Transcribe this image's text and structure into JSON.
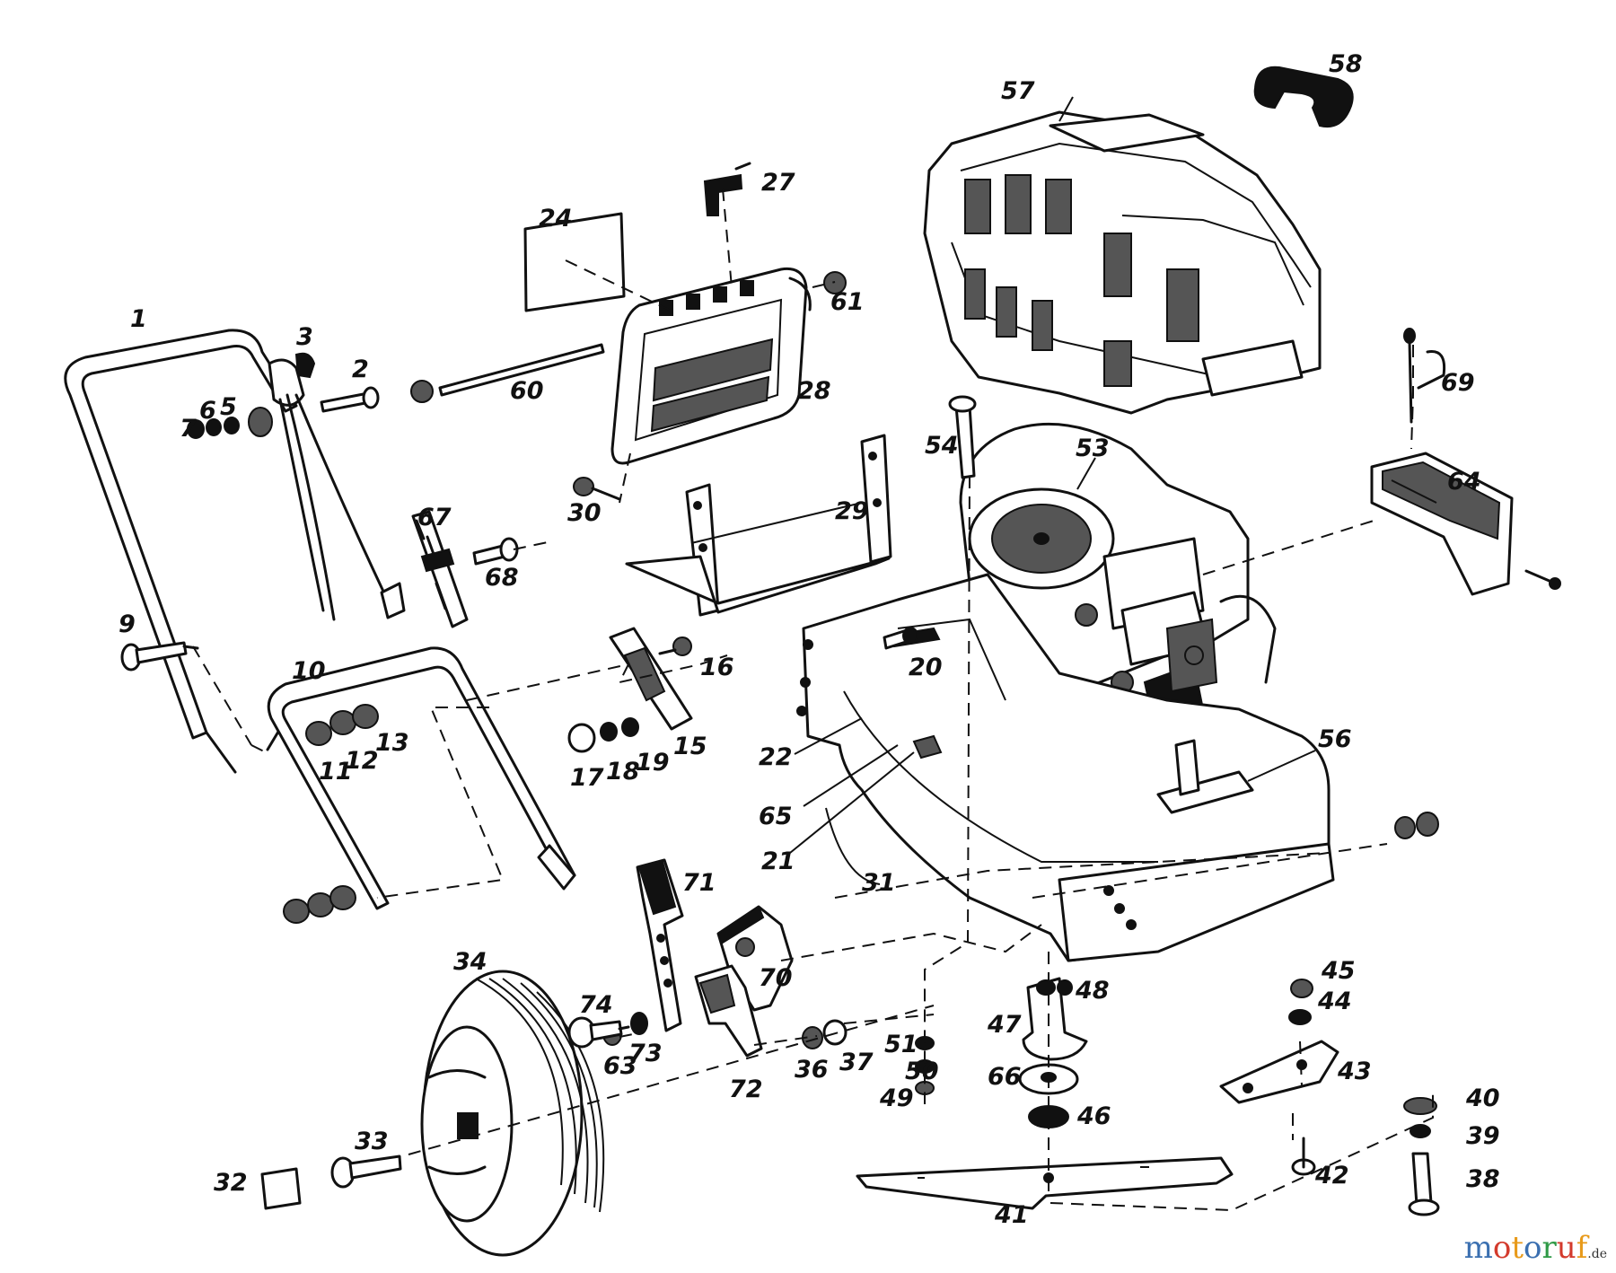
{
  "diagram": {
    "callouts": [
      "1",
      "2",
      "3",
      "5",
      "6",
      "7",
      "9",
      "10",
      "11",
      "12",
      "13",
      "15",
      "16",
      "17",
      "18",
      "19",
      "20",
      "21",
      "22",
      "24",
      "27",
      "28",
      "29",
      "30",
      "31",
      "32",
      "33",
      "34",
      "36",
      "37",
      "38",
      "39",
      "40",
      "41",
      "42",
      "43",
      "44",
      "45",
      "46",
      "47",
      "48",
      "49",
      "50",
      "51",
      "53",
      "54",
      "56",
      "57",
      "58",
      "60",
      "61",
      "63",
      "64",
      "65",
      "66",
      "67",
      "68",
      "69",
      "70",
      "71",
      "72",
      "73",
      "74"
    ]
  },
  "watermark": {
    "letters": [
      "m",
      "o",
      "t",
      "o",
      "r",
      "u",
      "f"
    ],
    "colors": [
      "#3a6fb0",
      "#d33a2c",
      "#e89a1a",
      "#3a6fb0",
      "#2f9a47",
      "#d33a2c",
      "#e89a1a"
    ],
    "domain": ".de"
  }
}
